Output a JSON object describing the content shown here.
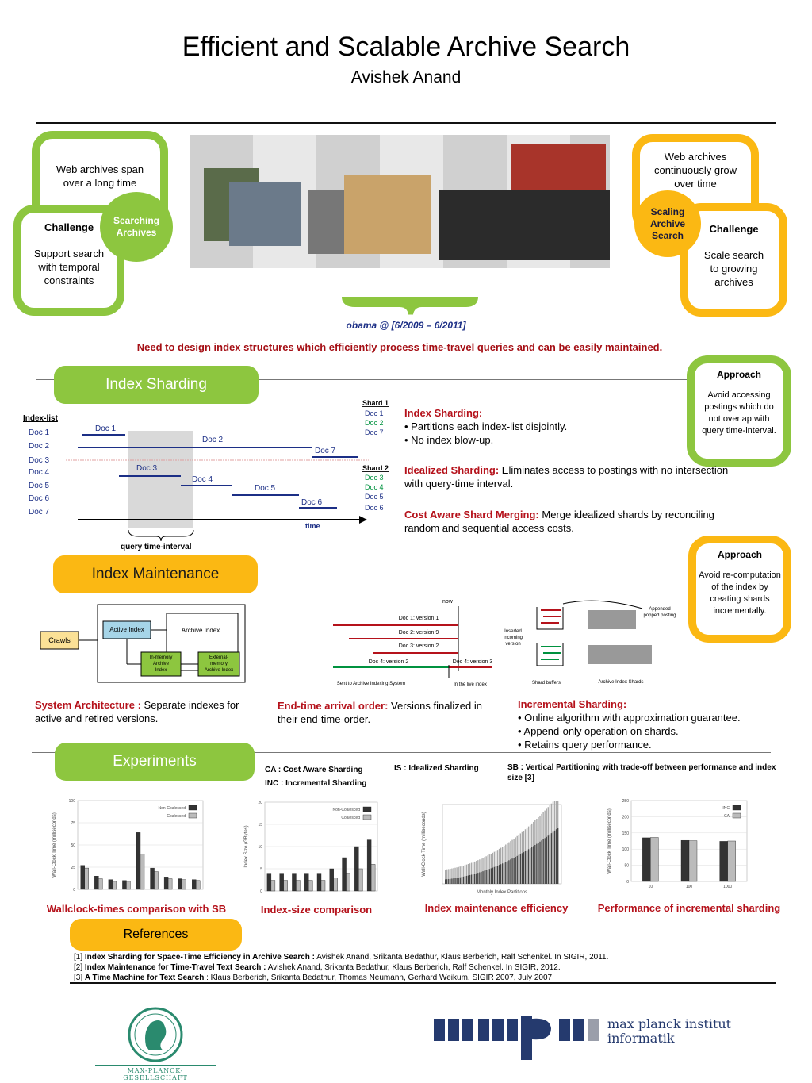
{
  "title": "Efficient and Scalable Archive Search",
  "author": "Avishek Anand",
  "left_box": {
    "top_text": "Web archives span over a long time",
    "challenge_title": "Challenge",
    "challenge_text": "Support search with temporal constraints",
    "badge": "Searching Archives"
  },
  "right_box": {
    "top_text": "Web archives continuously grow over time",
    "challenge_title": "Challenge",
    "challenge_text": "Scale search to growing archives",
    "badge": "Scaling Archive Search"
  },
  "screenshot_caption": "obama @ [6/2009 – 6/2011]",
  "need_statement": "Need to design index structures which efficiently process time-travel queries and can be easily maintained.",
  "sections": {
    "sharding": "Index Sharding",
    "maintenance": "Index Maintenance",
    "experiments": "Experiments",
    "references": "References"
  },
  "approach1": {
    "title": "Approach",
    "text": "Avoid accessing postings which do not overlap with query time-interval."
  },
  "approach2": {
    "title": "Approach",
    "text": "Avoid re-computation of the index by creating shards incrementally."
  },
  "sharding_diagram": {
    "index_list_label": "Index-list",
    "docs": [
      "Doc 1",
      "Doc 2",
      "Doc 3",
      "Doc 4",
      "Doc 5",
      "Doc 6",
      "Doc 7"
    ],
    "bar_labels": [
      "Doc 1",
      "Doc 2",
      "Doc 7",
      "Doc 3",
      "Doc 4",
      "Doc 5",
      "Doc 6"
    ],
    "time_label": "time",
    "query_label": "query time-interval",
    "shard1_title": "Shard 1",
    "shard1_docs": [
      "Doc 1",
      "Doc 2",
      "Doc 7"
    ],
    "shard2_title": "Shard 2",
    "shard2_docs": [
      "Doc 3",
      "Doc 4",
      "Doc 5",
      "Doc 6"
    ]
  },
  "sharding_text": {
    "h1": "Index Sharding:",
    "b1": "• Partitions each index-list disjointly.",
    "b2": "• No index blow-up.",
    "h2": "Idealized Sharding:",
    "t2": " Eliminates access to postings with no intersection with query-time interval.",
    "h3": "Cost Aware Shard Merging:",
    "t3": " Merge idealized shards by reconciling random and sequential access costs."
  },
  "arch_diagram": {
    "crawls": "Crawls",
    "active": "Active Index",
    "archive": "Archive Index",
    "inmem": "In-memory Archive Index",
    "external": "External-memory Archive Index"
  },
  "version_diagram": {
    "now": "now",
    "v1": "Doc 1: version 1",
    "v2": "Doc 2: version 9",
    "v3": "Doc 3: version 2",
    "v4": "Doc 4: version 2",
    "v5": "Doc 4: version 3",
    "sent": "Sent to Archive Indexing System",
    "live": "In the live index"
  },
  "shard_diagram": {
    "inserted": "Inserted incoming version",
    "appended": "Appended popped posting",
    "buffers": "Shard buffers",
    "shards": "Archive Index Shards"
  },
  "maint_text": {
    "h1": "System Architecture :",
    "t1": " Separate indexes for active and retired versions.",
    "h2": "End-time arrival order:",
    "t2": " Versions finalized in their end-time-order.",
    "h3": "Incremental Sharding:",
    "b1": "• Online algorithm with approximation guarantee.",
    "b2": "• Append-only operation on shards.",
    "b3": "• Retains query performance."
  },
  "legend_text": {
    "ca": "CA : Cost Aware Sharding",
    "inc": "INC : Incremental Sharding",
    "is": "IS : Idealized Sharding",
    "sb": "SB : Vertical Partitioning with trade-off between performance and index size [3]"
  },
  "charts": {
    "c1": {
      "caption": "Wallclock-times comparison with SB",
      "ylabel": "Wall-Clock Time (milliseconds)",
      "legend": [
        "Non-Coalesced",
        "Coalesced"
      ],
      "yticks": [
        "0",
        "25",
        "50",
        "75",
        "100"
      ]
    },
    "c2": {
      "caption": "Index-size comparison",
      "ylabel": "Index Size (GBytes)",
      "legend": [
        "Non-Coalesced",
        "Coalesced"
      ],
      "yticks": [
        "0",
        "5",
        "10",
        "15",
        "20"
      ]
    },
    "c3": {
      "caption": "Index maintenance efficiency",
      "ylabel": "Wall-Clock Time (milliseconds)",
      "xlabel": "Monthly Index Partitions"
    },
    "c4": {
      "caption": "Performance of incremental sharding",
      "ylabel": "Wall-Clock Time (milliseconds)",
      "yticks": [
        "0",
        "50",
        "100",
        "150",
        "200",
        "250"
      ],
      "xticks": [
        "10",
        "100",
        "1000"
      ]
    }
  },
  "chart_data": [
    {
      "type": "bar",
      "series": [
        {
          "name": "Non-Coalesced",
          "values": [
            27,
            15,
            11,
            10,
            64,
            24,
            14,
            12,
            11
          ]
        },
        {
          "name": "Coalesced",
          "values": [
            24,
            12,
            9,
            9,
            40,
            20,
            12,
            11,
            10
          ]
        }
      ],
      "ylim": [
        0,
        100
      ]
    },
    {
      "type": "bar",
      "series": [
        {
          "name": "Non-Coalesced",
          "values": [
            4,
            4,
            4,
            4,
            4,
            5,
            7.5,
            10,
            11.5
          ]
        },
        {
          "name": "Coalesced",
          "values": [
            2.4,
            2.4,
            2.4,
            2.4,
            2.4,
            3,
            4,
            5,
            6
          ]
        }
      ],
      "ylim": [
        0,
        20
      ]
    },
    {
      "type": "bar",
      "xlabel": "Monthly Index Partitions"
    },
    {
      "type": "bar",
      "categories": [
        "10",
        "100",
        "1000"
      ],
      "series": [
        {
          "name": "INC",
          "values": [
            135,
            127,
            124
          ]
        },
        {
          "name": "CA",
          "values": [
            136,
            126,
            125
          ]
        }
      ],
      "ylim": [
        0,
        250
      ]
    }
  ],
  "references": [
    {
      "n": "[1]",
      "bold": "Index Sharding for Space-Time Efficiency in Archive Search :",
      "rest": " Avishek Anand, Srikanta Bedathur, Klaus Berberich, Ralf Schenkel. In SIGIR, 2011."
    },
    {
      "n": "[2]",
      "bold": "Index Maintenance for Time-Travel Text Search :",
      "rest": " Avishek Anand, Srikanta Bedathur, Klaus Berberich, Ralf Schenkel. In SIGIR, 2012."
    },
    {
      "n": "[3]",
      "bold": "A Time Machine for Text Search",
      "rest": " : Klaus Berberich, Srikanta Bedathur, Thomas Neumann, Gerhard Weikum. SIGIR 2007, July 2007."
    }
  ],
  "footer": {
    "mpg": "MAX-PLANCK-GESELLSCHAFT",
    "mpi1": "max planck institut",
    "mpi2": "informatik"
  },
  "colors": {
    "green": "#8dc63f",
    "yellow": "#fbb813",
    "red": "#b5121b",
    "blue": "#1c2f86"
  }
}
